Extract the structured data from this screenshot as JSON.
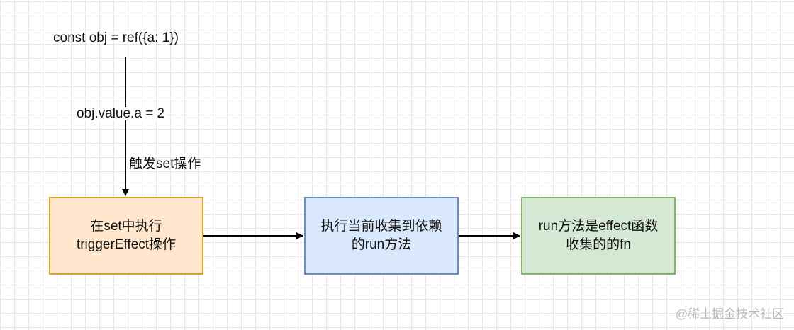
{
  "code_lines": {
    "declaration": "const obj = ref({a:  1})",
    "assignment": "obj.value.a = 2"
  },
  "edge_label": "触发set操作",
  "nodes": {
    "trigger": {
      "line1": "在set中执行",
      "line2": "triggerEffect操作",
      "fill": "#ffe6cc",
      "stroke": "#d6a62a"
    },
    "run": {
      "line1": "执行当前收集到依赖",
      "line2": "的run方法",
      "fill": "#dae8fc",
      "stroke": "#6c8ebf"
    },
    "fn": {
      "line1": "run方法是effect函数",
      "line2": "收集的的fn",
      "fill": "#d5e8d4",
      "stroke": "#82b366"
    }
  },
  "watermark": "@稀土掘金技术社区"
}
